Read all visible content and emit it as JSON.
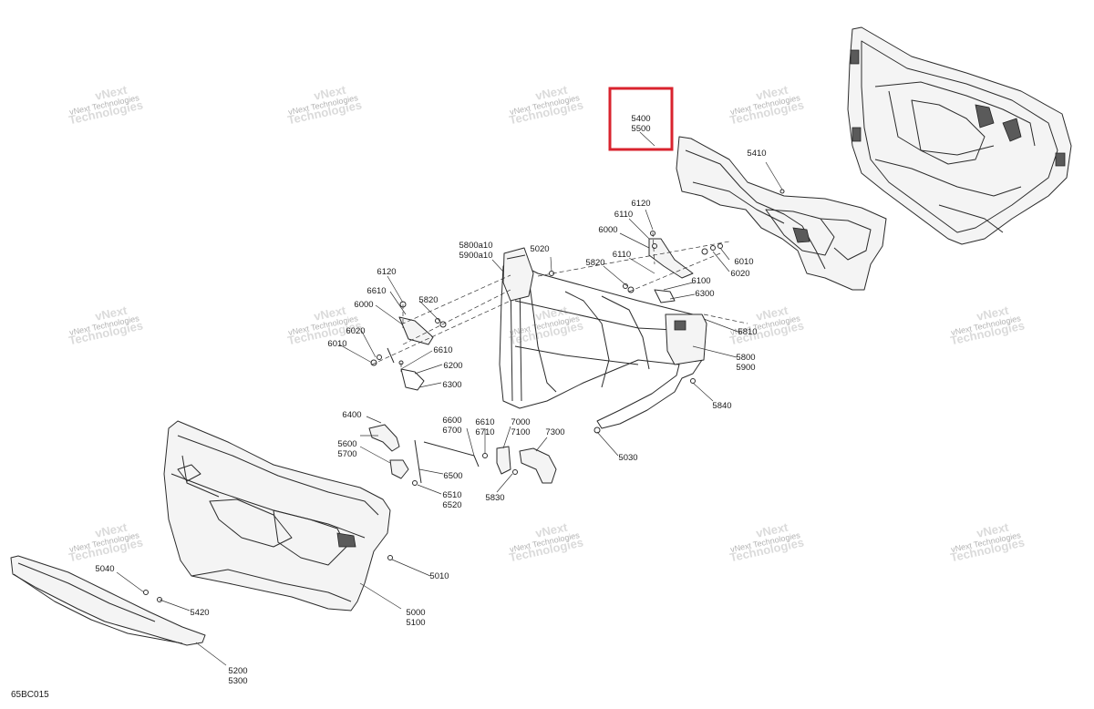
{
  "diagram_code": "65BC015",
  "watermark": {
    "line1": "vNext",
    "line2": "Technologies",
    "full": "vNext Technologies"
  },
  "highlight_color": "#d9232e",
  "callouts": [
    {
      "id": "c5400",
      "lines": [
        "5400",
        "5500"
      ],
      "highlighted": true
    },
    {
      "id": "c5410",
      "lines": [
        "5410"
      ]
    },
    {
      "id": "c6120a",
      "lines": [
        "6120"
      ]
    },
    {
      "id": "c6110a",
      "lines": [
        "6110"
      ]
    },
    {
      "id": "c6000a",
      "lines": [
        "6000"
      ]
    },
    {
      "id": "c6010a",
      "lines": [
        "6010"
      ]
    },
    {
      "id": "c6020a",
      "lines": [
        "6020"
      ]
    },
    {
      "id": "c6110b",
      "lines": [
        "6110"
      ]
    },
    {
      "id": "c5820a",
      "lines": [
        "5820"
      ]
    },
    {
      "id": "c6100",
      "lines": [
        "6100"
      ]
    },
    {
      "id": "c6300a",
      "lines": [
        "6300"
      ]
    },
    {
      "id": "c5020",
      "lines": [
        "5020"
      ]
    },
    {
      "id": "c5800a10",
      "lines": [
        "5800a10",
        "5900a10"
      ]
    },
    {
      "id": "c6120b",
      "lines": [
        "6120"
      ]
    },
    {
      "id": "c6610a",
      "lines": [
        "6610"
      ]
    },
    {
      "id": "c5820b",
      "lines": [
        "5820"
      ]
    },
    {
      "id": "c6000b",
      "lines": [
        "6000"
      ]
    },
    {
      "id": "c6020b",
      "lines": [
        "6020"
      ]
    },
    {
      "id": "c6010b",
      "lines": [
        "6010"
      ]
    },
    {
      "id": "c6610b",
      "lines": [
        "6610"
      ]
    },
    {
      "id": "c6200",
      "lines": [
        "6200"
      ]
    },
    {
      "id": "c6300b",
      "lines": [
        "6300"
      ]
    },
    {
      "id": "c5810",
      "lines": [
        "5810"
      ]
    },
    {
      "id": "c5800",
      "lines": [
        "5800",
        "5900"
      ]
    },
    {
      "id": "c5840",
      "lines": [
        "5840"
      ]
    },
    {
      "id": "c6400",
      "lines": [
        "6400"
      ]
    },
    {
      "id": "c5600",
      "lines": [
        "5600",
        "5700"
      ]
    },
    {
      "id": "c6600",
      "lines": [
        "6600",
        "6700"
      ]
    },
    {
      "id": "c6610c",
      "lines": [
        "6610",
        "6710"
      ]
    },
    {
      "id": "c7000",
      "lines": [
        "7000",
        "7100"
      ]
    },
    {
      "id": "c7300",
      "lines": [
        "7300"
      ]
    },
    {
      "id": "c5030",
      "lines": [
        "5030"
      ]
    },
    {
      "id": "c6500",
      "lines": [
        "6500"
      ]
    },
    {
      "id": "c6510",
      "lines": [
        "6510",
        "6520"
      ]
    },
    {
      "id": "c5830",
      "lines": [
        "5830"
      ]
    },
    {
      "id": "c5010",
      "lines": [
        "5010"
      ]
    },
    {
      "id": "c5040",
      "lines": [
        "5040"
      ]
    },
    {
      "id": "c5420",
      "lines": [
        "5420"
      ]
    },
    {
      "id": "c5000",
      "lines": [
        "5000",
        "5100"
      ]
    },
    {
      "id": "c5200",
      "lines": [
        "5200",
        "5300"
      ]
    }
  ]
}
